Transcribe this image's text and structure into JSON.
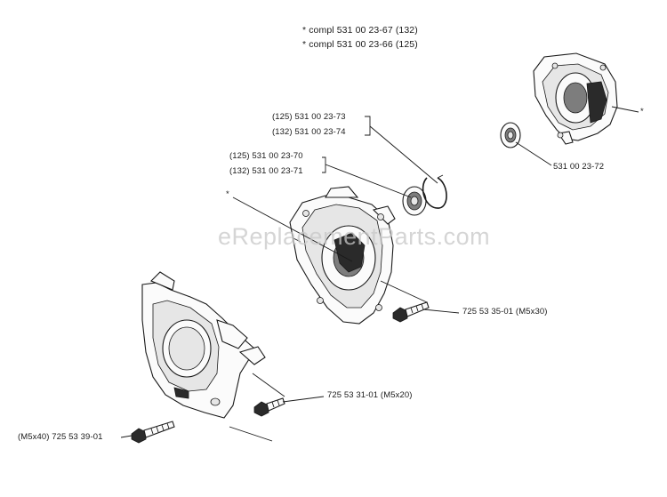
{
  "header": {
    "line1": "*  compl 531 00 23-67 (132)",
    "line2": "*  compl 531 00 23-66 (125)"
  },
  "watermark": "eReplacementParts.com",
  "callouts": {
    "circlip_125": "(125) 531 00 23-73",
    "circlip_132": "(132) 531 00 23-74",
    "bearing_125": "(125) 531 00 23-70",
    "bearing_132": "(132) 531 00 23-71",
    "seal": "531 00 23-72",
    "screw_m5x30": "725 53 35-01 (M5x30)",
    "screw_m5x20": "725 53 31-01 (M5x20)",
    "screw_m5x40": "(M5x40) 725 53 39-01",
    "asterisk_left": "*",
    "asterisk_right": "*"
  },
  "colors": {
    "line": "#1a1a1a",
    "watermark": "#c8c8c8",
    "background": "#ffffff"
  }
}
